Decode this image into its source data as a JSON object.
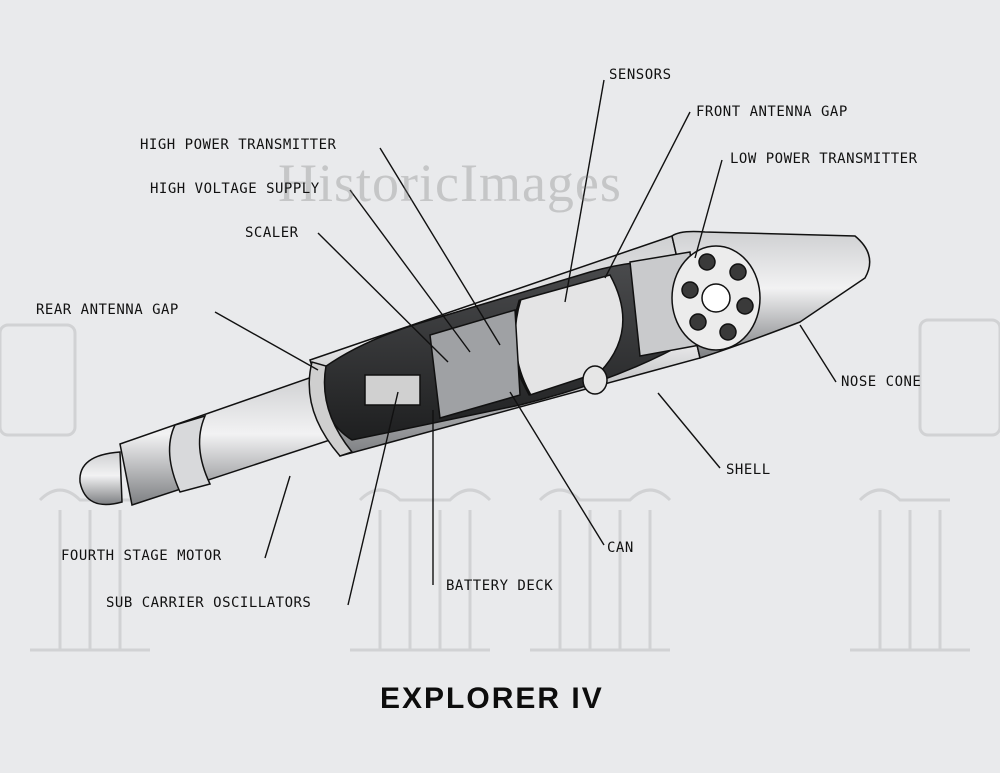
{
  "title": "EXPLORER IV",
  "watermark": "HistoricImages",
  "labels": {
    "sensors": "SENSORS",
    "front_antenna_gap": "FRONT ANTENNA GAP",
    "low_power_transmitter": "LOW POWER TRANSMITTER",
    "high_power_transmitter": "HIGH POWER TRANSMITTER",
    "high_voltage_supply": "HIGH VOLTAGE SUPPLY",
    "scaler": "SCALER",
    "rear_antenna_gap": "REAR ANTENNA GAP",
    "nose_cone": "NOSE CONE",
    "shell": "SHELL",
    "can": "CAN",
    "battery_deck": "BATTERY DECK",
    "fourth_stage_motor": "FOURTH STAGE MOTOR",
    "sub_carrier_oscillators": "SUB CARRIER OSCILLATORS"
  },
  "colors": {
    "background": "#e9eaec",
    "ink": "#111111"
  }
}
